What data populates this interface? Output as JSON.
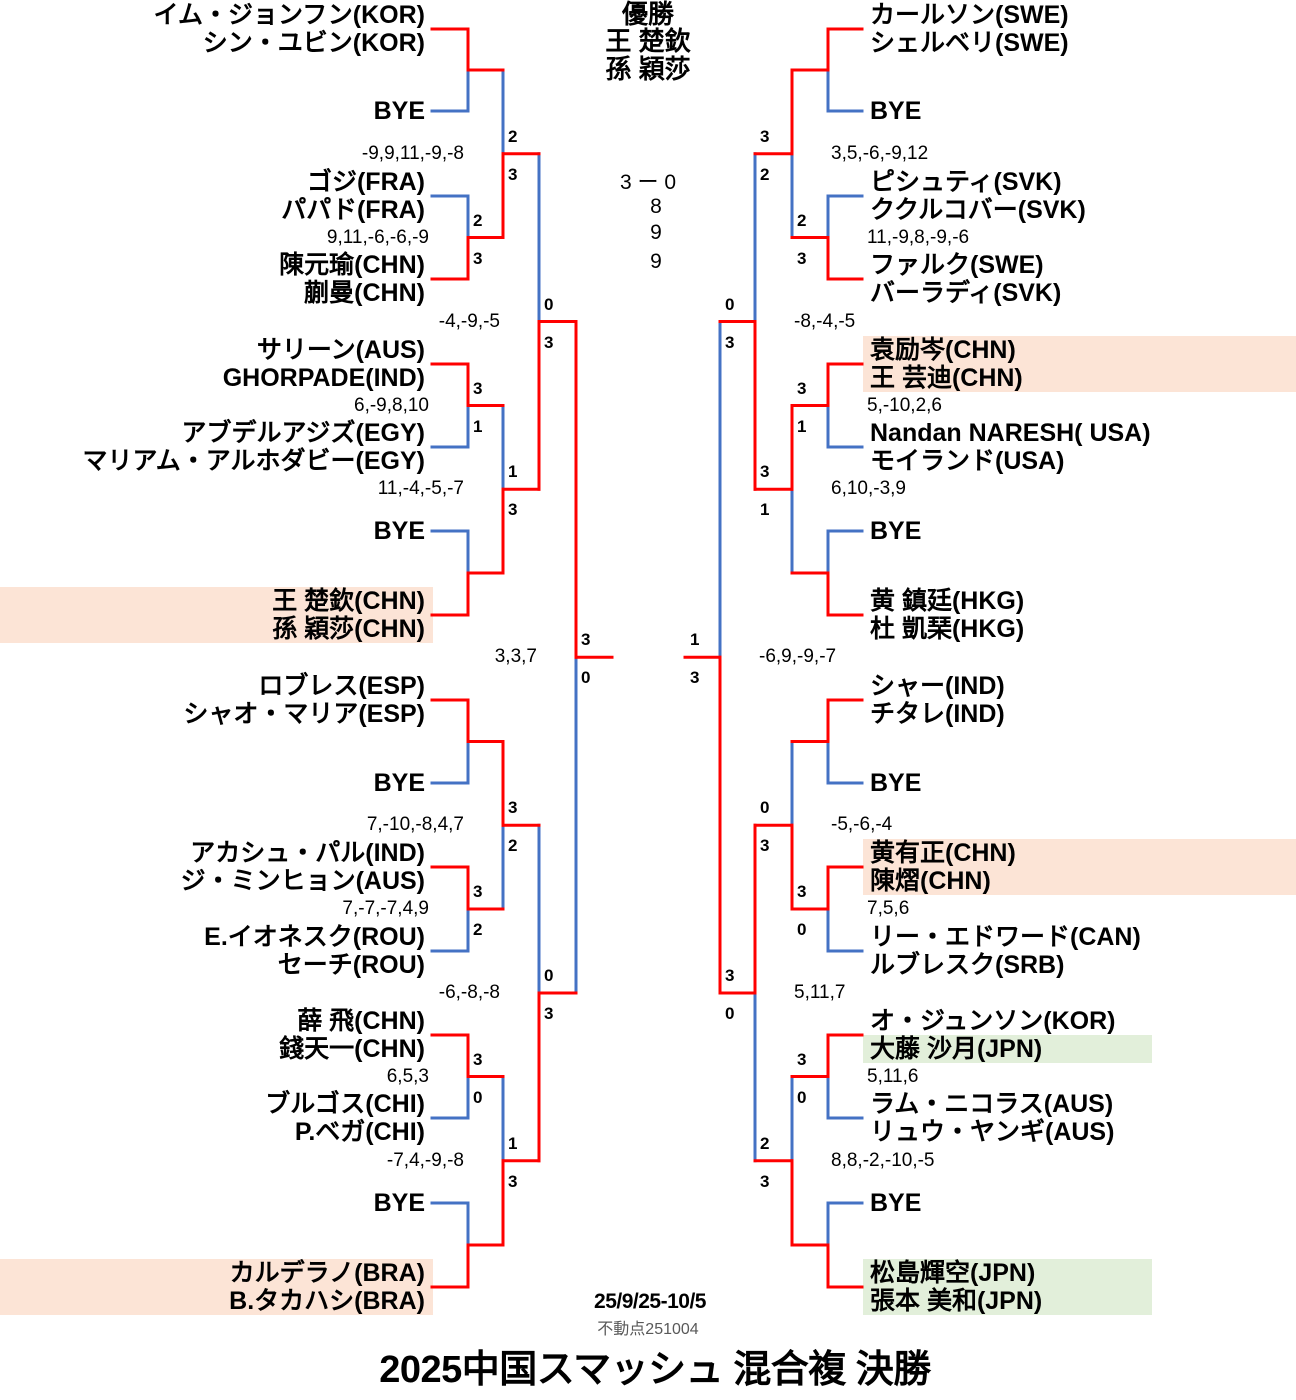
{
  "colors": {
    "winner_line": "#ff0000",
    "loser_line": "#4472c4",
    "highlight_orange": "#fce4d6",
    "highlight_green": "#e2efda",
    "text": "#000000",
    "subtext": "#595959"
  },
  "champion": {
    "label": "優勝",
    "players": [
      "王 楚欽",
      "孫 穎莎"
    ]
  },
  "final": {
    "sets": "3 ー 0",
    "games": [
      "8",
      "9",
      "9"
    ]
  },
  "footer": {
    "dates": "25/9/25-10/5",
    "ranking_note": "不動点251004",
    "title": "2025中国スマッシュ 混合複 決勝"
  },
  "left": {
    "round1": [
      {
        "top": {
          "names": [
            {
              "text": "イム・ジョンフン(KOR)"
            },
            {
              "text": "シン・ユビン(KOR)"
            }
          ]
        },
        "bottom": {
          "names": [
            {
              "text": "BYE"
            }
          ]
        },
        "winner": "top"
      },
      {
        "top": {
          "names": [
            {
              "text": "ゴジ(FRA)"
            },
            {
              "text": "パパド(FRA)"
            }
          ]
        },
        "bottom": {
          "names": [
            {
              "text": "陳元瑜(CHN)"
            },
            {
              "text": "蒯曼(CHN)"
            }
          ]
        },
        "winner": "bottom",
        "sets": [
          "2",
          "3"
        ],
        "games": "9,11,-6,-6,-9"
      },
      {
        "top": {
          "names": [
            {
              "text": "サリーン(AUS)"
            },
            {
              "text": "GHORPADE(IND)"
            }
          ]
        },
        "bottom": {
          "names": [
            {
              "text": "アブデルアジズ(EGY)"
            },
            {
              "text": "マリアム・アルホダビー(EGY)"
            }
          ]
        },
        "winner": "top",
        "sets": [
          "3",
          "1"
        ],
        "games": "6,-9,8,10"
      },
      {
        "top": {
          "names": [
            {
              "text": "BYE"
            }
          ]
        },
        "bottom": {
          "names": [
            {
              "text": "王 楚欽(CHN)",
              "highlight": "orange"
            },
            {
              "text": "孫 穎莎(CHN)",
              "highlight": "orange"
            }
          ]
        },
        "winner": "bottom"
      },
      {
        "top": {
          "names": [
            {
              "text": "ロブレス(ESP)"
            },
            {
              "text": "シャオ・マリア(ESP)"
            }
          ]
        },
        "bottom": {
          "names": [
            {
              "text": "BYE"
            }
          ]
        },
        "winner": "top"
      },
      {
        "top": {
          "names": [
            {
              "text": "アカシュ・パル(IND)"
            },
            {
              "text": "ジ・ミンヒョン(AUS)"
            }
          ]
        },
        "bottom": {
          "names": [
            {
              "text": "E.イオネスク(ROU)"
            },
            {
              "text": "セーチ(ROU)"
            }
          ]
        },
        "winner": "top",
        "sets": [
          "3",
          "2"
        ],
        "games": "7,-7,-7,4,9"
      },
      {
        "top": {
          "names": [
            {
              "text": "薛 飛(CHN)"
            },
            {
              "text": "錢天一(CHN)"
            }
          ]
        },
        "bottom": {
          "names": [
            {
              "text": "ブルゴス(CHI)"
            },
            {
              "text": "P.ベガ(CHI)"
            }
          ]
        },
        "winner": "top",
        "sets": [
          "3",
          "0"
        ],
        "games": "6,5,3"
      },
      {
        "top": {
          "names": [
            {
              "text": "BYE"
            }
          ]
        },
        "bottom": {
          "names": [
            {
              "text": "カルデラノ(BRA)",
              "highlight": "orange"
            },
            {
              "text": "B.タカハシ(BRA)",
              "highlight": "orange"
            }
          ]
        },
        "winner": "bottom"
      }
    ],
    "round2": [
      {
        "winner": "bottom",
        "sets": [
          "2",
          "3"
        ],
        "games": "-9,9,11,-9,-8"
      },
      {
        "winner": "bottom",
        "sets": [
          "1",
          "3"
        ],
        "games": "11,-4,-5,-7"
      },
      {
        "winner": "top",
        "sets": [
          "3",
          "2"
        ],
        "games": "7,-10,-8,4,7"
      },
      {
        "winner": "bottom",
        "sets": [
          "1",
          "3"
        ],
        "games": "-7,4,-9,-8"
      }
    ],
    "round3": [
      {
        "winner": "bottom",
        "sets": [
          "0",
          "3"
        ],
        "games": "-4,-9,-5"
      },
      {
        "winner": "bottom",
        "sets": [
          "0",
          "3"
        ],
        "games": "-6,-8,-8"
      }
    ],
    "semifinal": {
      "winner": "top",
      "sets": [
        "3",
        "0"
      ],
      "games": "3,3,7"
    }
  },
  "right": {
    "round1": [
      {
        "top": {
          "names": [
            {
              "text": "カールソン(SWE)"
            },
            {
              "text": "シェルベリ(SWE)"
            }
          ]
        },
        "bottom": {
          "names": [
            {
              "text": "BYE"
            }
          ]
        },
        "winner": "top"
      },
      {
        "top": {
          "names": [
            {
              "text": "ピシュティ(SVK)"
            },
            {
              "text": "ククルコバー(SVK)"
            }
          ]
        },
        "bottom": {
          "names": [
            {
              "text": "ファルク(SWE)"
            },
            {
              "text": "バーラディ(SVK)"
            }
          ]
        },
        "winner": "bottom",
        "sets": [
          "2",
          "3"
        ],
        "games": "11,-9,8,-9,-6"
      },
      {
        "top": {
          "names": [
            {
              "text": "袁励岑(CHN)",
              "highlight": "orange"
            },
            {
              "text": "王 芸迪(CHN)",
              "highlight": "orange"
            }
          ]
        },
        "bottom": {
          "names": [
            {
              "text": "Nandan NARESH( USA)"
            },
            {
              "text": "モイランド(USA)"
            }
          ]
        },
        "winner": "top",
        "sets": [
          "3",
          "1"
        ],
        "games": "5,-10,2,6"
      },
      {
        "top": {
          "names": [
            {
              "text": "BYE"
            }
          ]
        },
        "bottom": {
          "names": [
            {
              "text": "黄 鎮廷(HKG)"
            },
            {
              "text": "杜 凱琹(HKG)"
            }
          ]
        },
        "winner": "bottom"
      },
      {
        "top": {
          "names": [
            {
              "text": "シャー(IND)"
            },
            {
              "text": "チタレ(IND)"
            }
          ]
        },
        "bottom": {
          "names": [
            {
              "text": "BYE"
            }
          ]
        },
        "winner": "top"
      },
      {
        "top": {
          "names": [
            {
              "text": "黄有正(CHN)",
              "highlight": "orange"
            },
            {
              "text": "陳熠(CHN)",
              "highlight": "orange"
            }
          ]
        },
        "bottom": {
          "names": [
            {
              "text": "リー・エドワード(CAN)"
            },
            {
              "text": "ルブレスク(SRB)"
            }
          ]
        },
        "winner": "top",
        "sets": [
          "3",
          "0"
        ],
        "games": "7,5,6"
      },
      {
        "top": {
          "names": [
            {
              "text": "オ・ジュンソン(KOR)"
            },
            {
              "text": "大藤 沙月(JPN)",
              "highlight": "green"
            }
          ]
        },
        "bottom": {
          "names": [
            {
              "text": "ラム・ニコラス(AUS)"
            },
            {
              "text": "リュウ・ヤンギ(AUS)"
            }
          ]
        },
        "winner": "top",
        "sets": [
          "3",
          "0"
        ],
        "games": "5,11,6"
      },
      {
        "top": {
          "names": [
            {
              "text": "BYE"
            }
          ]
        },
        "bottom": {
          "names": [
            {
              "text": "松島輝空(JPN)",
              "highlight": "green"
            },
            {
              "text": "張本 美和(JPN)",
              "highlight": "green"
            }
          ]
        },
        "winner": "bottom"
      }
    ],
    "round2": [
      {
        "winner": "top",
        "sets": [
          "3",
          "2"
        ],
        "games": "3,5,-6,-9,12"
      },
      {
        "winner": "top",
        "sets": [
          "3",
          "1"
        ],
        "games": "6,10,-3,9"
      },
      {
        "winner": "bottom",
        "sets": [
          "0",
          "3"
        ],
        "games": "-5,-6,-4"
      },
      {
        "winner": "bottom",
        "sets": [
          "2",
          "3"
        ],
        "games": "8,8,-2,-10,-5"
      }
    ],
    "round3": [
      {
        "winner": "bottom",
        "sets": [
          "0",
          "3"
        ],
        "games": "-8,-4,-5"
      },
      {
        "winner": "top",
        "sets": [
          "3",
          "0"
        ],
        "games": "5,11,7"
      }
    ],
    "semifinal": {
      "winner": "bottom",
      "sets": [
        "1",
        "3"
      ],
      "games": "-6,9,-9,-7"
    }
  }
}
